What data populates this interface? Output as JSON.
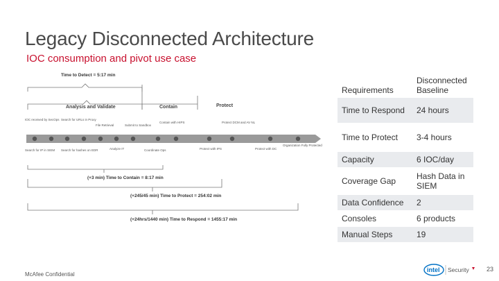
{
  "slide": {
    "title": "Legacy Disconnected Architecture",
    "subtitle": "IOC consumption and pivot use case",
    "footer": "McAfee Confidential",
    "page_number": "23",
    "logo": {
      "text": "intel",
      "suffix": "Security"
    }
  },
  "diagram": {
    "time_to_detect": "Time to Detect = 5:17 min",
    "phases": [
      "Analysis and Validate",
      "Contain",
      "Protect"
    ],
    "top_events": [
      "IOC received by SecOps",
      "Search for URLs in Proxy",
      "File Retrieval",
      "Submit to Sandbox",
      "Contain with HIPS",
      "Protect DCM and AV NL"
    ],
    "bottom_events": [
      "Search for IP in SIEM",
      "Search for hashes on EDR",
      "Analyze IT",
      "Coordinate Ops",
      "Protect with IPS",
      "Protect with DC",
      "Organization Fully Protected"
    ],
    "time_to_contain": "(+3 min) Time to Contain = 8:17 min",
    "time_to_protect": "(+245/45 min) Time to Protect = 254:02 min",
    "time_to_respond": "(+24hrs/1440 min) Time to Respond = 1455:17 min"
  },
  "table": {
    "header": {
      "label": "Requirements",
      "value": "Disconnected Baseline"
    },
    "rows": [
      {
        "label": "Time to Respond",
        "value": "24 hours"
      },
      {
        "label": "Time to Protect",
        "value": "3-4 hours"
      },
      {
        "label": "Capacity",
        "value": "6 IOC/day"
      },
      {
        "label": "Coverage Gap",
        "value": "Hash Data in SIEM"
      },
      {
        "label": "Data Confidence",
        "value": "2"
      },
      {
        "label": "Consoles",
        "value": "6 products"
      },
      {
        "label": "Manual Steps",
        "value": "19"
      }
    ]
  },
  "colors": {
    "accent": "#c8102e",
    "table_shade": "#e9ebee",
    "intel_blue": "#0071c5"
  }
}
